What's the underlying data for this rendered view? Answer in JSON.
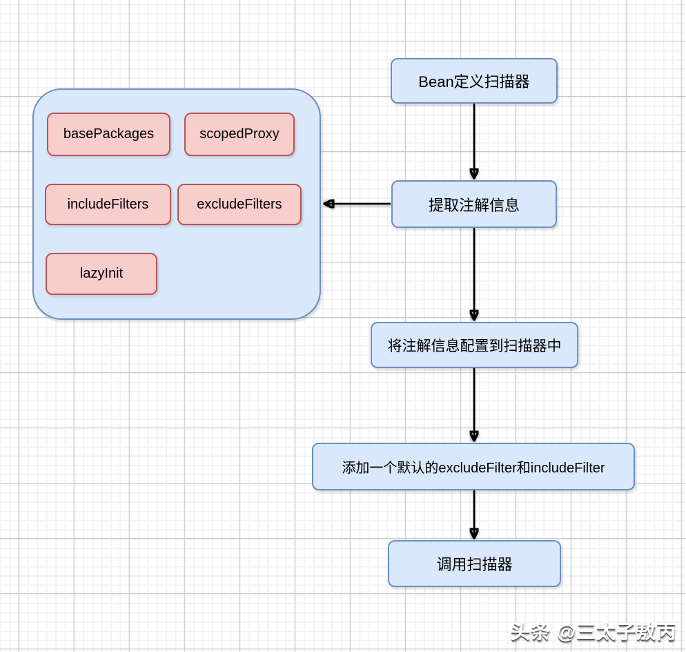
{
  "flow": {
    "nodes": [
      {
        "id": "bean-scanner",
        "label": "Bean定义扫描器"
      },
      {
        "id": "extract-annotations",
        "label": "提取注解信息"
      },
      {
        "id": "configure-scanner",
        "label": "将注解信息配置到扫描器中"
      },
      {
        "id": "add-default-filters",
        "label": "添加一个默认的excludeFilter和includeFilter"
      },
      {
        "id": "invoke-scanner",
        "label": "调用扫描器"
      }
    ],
    "edges": [
      {
        "from": "bean-scanner",
        "to": "extract-annotations"
      },
      {
        "from": "extract-annotations",
        "to": "attributes-group"
      },
      {
        "from": "extract-annotations",
        "to": "configure-scanner"
      },
      {
        "from": "configure-scanner",
        "to": "add-default-filters"
      },
      {
        "from": "add-default-filters",
        "to": "invoke-scanner"
      }
    ]
  },
  "attributes_panel": {
    "items": [
      {
        "label": "basePackages"
      },
      {
        "label": "scopedProxy"
      },
      {
        "label": "includeFilters"
      },
      {
        "label": "excludeFilters"
      },
      {
        "label": "lazyInit"
      }
    ]
  },
  "watermark": {
    "text": "头条 @三太子敖丙"
  },
  "colors": {
    "node_fill": "#dae8fc",
    "node_border": "#6c8ebf",
    "attribute_fill": "#f8cecc",
    "attribute_border": "#b85450",
    "arrow": "#000000",
    "grid_minor": "#f2f2f2",
    "grid_major": "#c6c6c6",
    "watermark_text": "#ffffff"
  }
}
